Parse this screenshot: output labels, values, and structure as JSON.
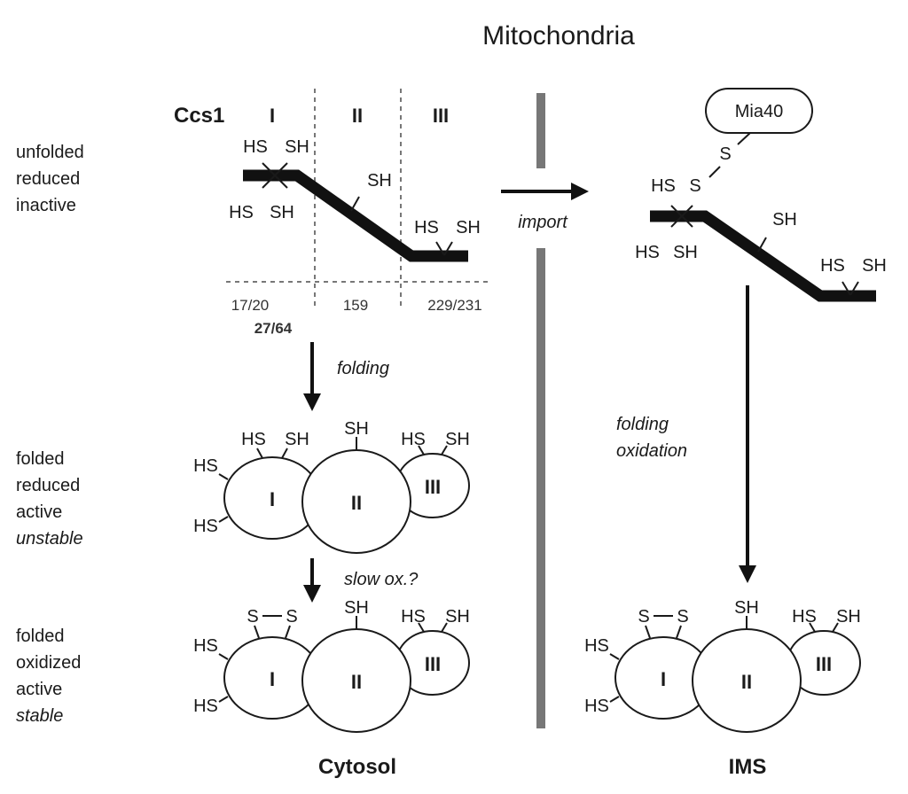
{
  "title": "Mitochondria",
  "protein": "Ccs1",
  "domains": {
    "d1": "I",
    "d2": "II",
    "d3": "III"
  },
  "groups": {
    "hs": "HS",
    "sh": "SH",
    "s": "S"
  },
  "residues": {
    "r1": "17/20",
    "r2": "27/64",
    "r3": "159",
    "r4": "229/231"
  },
  "partner": "Mia40",
  "states": {
    "unfolded": [
      "unfolded",
      "reduced",
      "inactive"
    ],
    "folded_reduced": [
      "folded",
      "reduced",
      "active",
      "unstable"
    ],
    "folded_oxidized": [
      "folded",
      "oxidized",
      "active",
      "stable"
    ]
  },
  "arrows": {
    "import": "import",
    "folding": "folding",
    "slow_ox": "slow ox.?",
    "folding_oxidation": [
      "folding",
      "oxidation"
    ]
  },
  "compartments": {
    "left": "Cytosol",
    "right": "IMS"
  },
  "colors": {
    "membrane": "#777777",
    "chain": "#111111"
  }
}
